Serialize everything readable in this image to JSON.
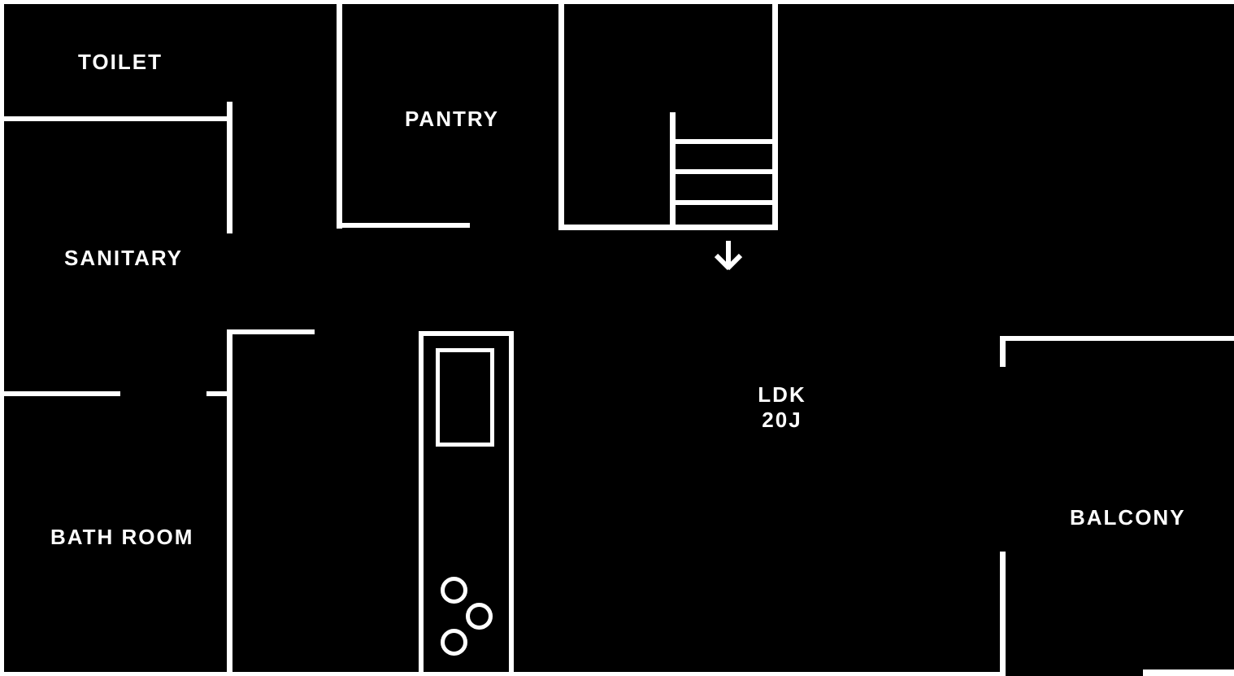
{
  "colors": {
    "background": "#000000",
    "lines": "#ffffff",
    "text": "#ffffff"
  },
  "rooms": {
    "toilet": "TOILET",
    "sanitary": "SANITARY",
    "bathroom": "BATH ROOM",
    "pantry": "PANTRY",
    "ldk_name": "LDK",
    "ldk_size": "20J",
    "balcony": "BALCONY"
  },
  "stairs": {
    "tread_count": 3,
    "direction_icon": "down-arrow"
  },
  "kitchen": {
    "burner_count": 3,
    "fixtures": [
      "sink",
      "burners"
    ]
  }
}
